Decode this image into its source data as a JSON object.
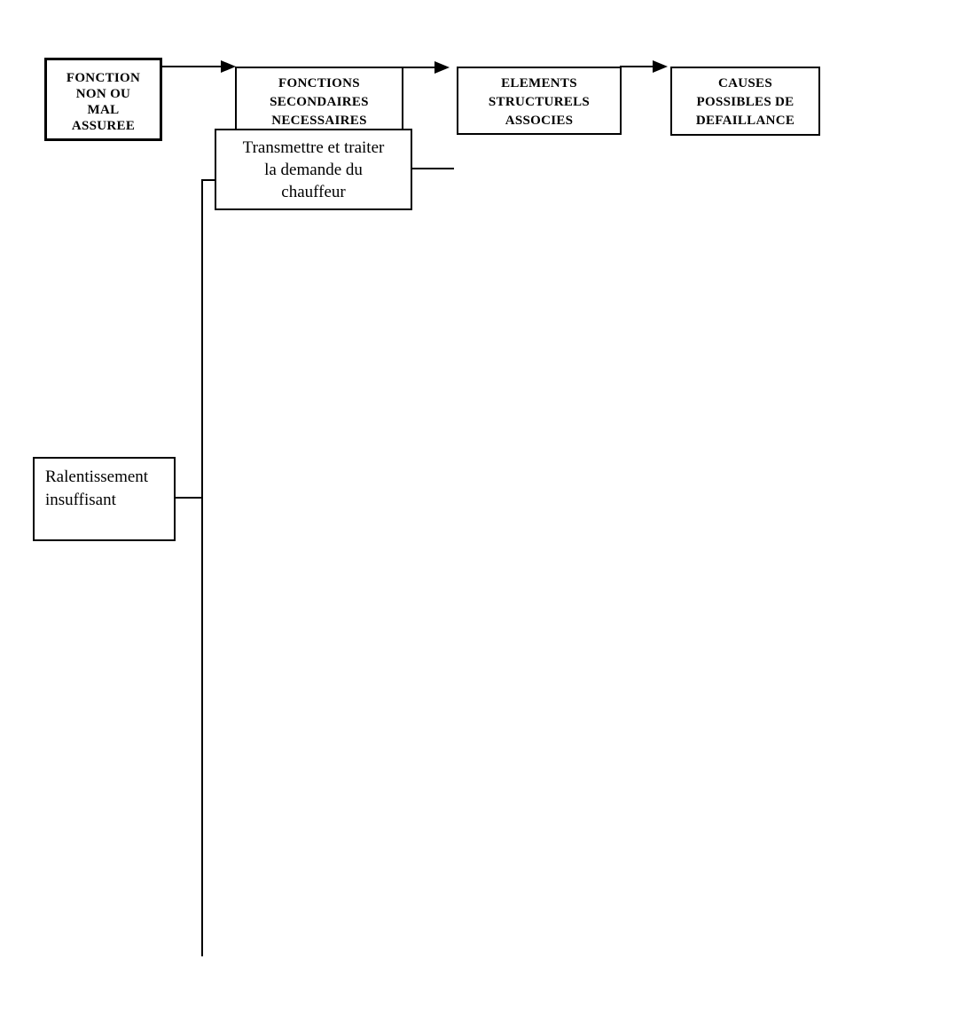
{
  "colors": {
    "ink": "#000000",
    "paper": "#ffffff"
  },
  "diagram": {
    "columns": [
      {
        "id": "fonction-non-ou-mal-assuree",
        "lines": [
          "FONCTION",
          "NON OU",
          "MAL",
          "ASSUREE"
        ]
      },
      {
        "id": "fonctions-secondaires-necessaires",
        "lines": [
          "FONCTIONS",
          "SECONDAIRES",
          "NECESSAIRES"
        ]
      },
      {
        "id": "elements-structurels-associes",
        "lines": [
          "ELEMENTS",
          "STRUCTURELS",
          "ASSOCIES"
        ]
      },
      {
        "id": "causes-possibles-de-defaillance",
        "lines": [
          "CAUSES",
          "POSSIBLES DE",
          "DEFAILLANCE"
        ]
      }
    ],
    "function_box": {
      "lines": [
        "Transmettre et traiter",
        "la demande du",
        "chauffeur"
      ]
    },
    "failure_box": {
      "lines": [
        "Ralentissement",
        "insuffisant"
      ]
    }
  }
}
